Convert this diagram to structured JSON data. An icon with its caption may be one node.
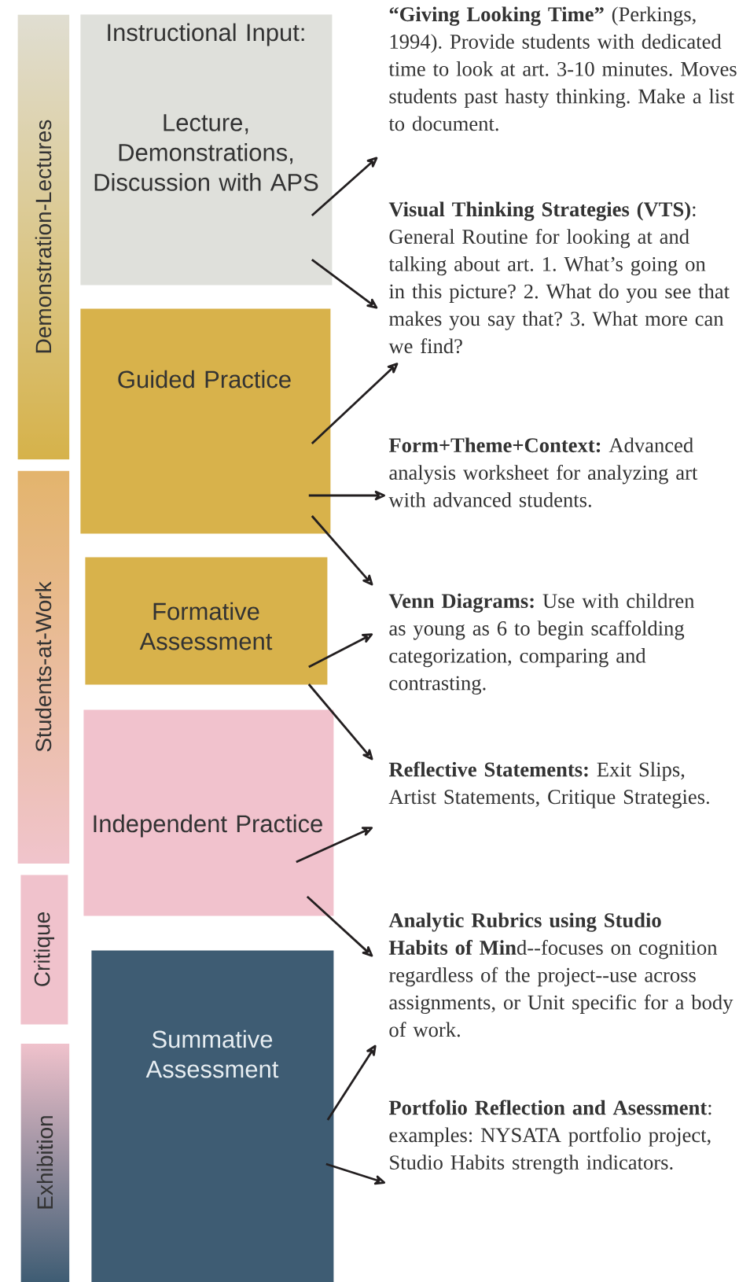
{
  "diagram": {
    "nodes": [
      {
        "text": [
          "Demonstration-Lectures"
        ]
      },
      {
        "text": [
          "Students-at-Work"
        ]
      },
      {
        "text": [
          "Critique"
        ]
      },
      {
        "text": [
          "Exhibition"
        ]
      },
      {
        "text": [
          "Instructional Input:",
          "Lecture, Demonstrations, Discussion with APS"
        ]
      },
      {
        "text": [
          "Guided Practice"
        ]
      },
      {
        "text": [
          "Formative Assessment"
        ]
      },
      {
        "text": [
          "Independent Practice"
        ]
      },
      {
        "text": [
          "Summative Assessment"
        ]
      },
      {
        "text": [
          "**“Giving Looking Time”** (Perkings, 1994). Provide students with dedicated time to look at art. 3-10 minutes. Moves students past hasty thinking. Make a list to document."
        ]
      },
      {
        "text": [
          "**Visual Thinking Strategies (VTS)**: General Routine for looking at and talking about art. 1. What’s going on in this picture? 2. What do you see that makes you say that? 3. What more can we find?"
        ]
      },
      {
        "text": [
          "**Form+Theme+Context:** Advanced analysis worksheet for analyzing art with advanced students."
        ]
      },
      {
        "text": [
          "**Venn Diagrams:** Use with children as young as 6 to begin scaffolding categorization, comparing and contrasting."
        ]
      },
      {
        "text": [
          "**Reflective Statements:** Exit Slips, Artist Statements, Critique Strategies."
        ]
      },
      {
        "text": [
          "**Analytic Rubrics using Studio Habits of Min**d--focuses on cognition regardless of the project--use across assignments, or Unit specific for a body of work."
        ]
      },
      {
        "text": [
          "**Portfolio Reflection and Asessment**: examples: NYSATA portfolio project, Studio Habits strength indicators."
        ]
      }
    ],
    "edges": [
      {
        "from": 4,
        "to": 9,
        "arrow": "to"
      },
      {
        "from": 4,
        "to": 10,
        "arrow": "to"
      },
      {
        "from": 5,
        "to": 10,
        "arrow": "to"
      },
      {
        "from": 5,
        "to": 11,
        "arrow": "to"
      },
      {
        "from": 5,
        "to": 12,
        "arrow": "to"
      },
      {
        "from": 6,
        "to": 12,
        "arrow": "to"
      },
      {
        "from": 6,
        "to": 13,
        "arrow": "to"
      },
      {
        "from": 7,
        "to": 13,
        "arrow": "to"
      },
      {
        "from": 7,
        "to": 14,
        "arrow": "to"
      },
      {
        "from": 8,
        "to": 14,
        "arrow": "to"
      },
      {
        "from": 8,
        "to": 15,
        "arrow": "to"
      }
    ]
  }
}
